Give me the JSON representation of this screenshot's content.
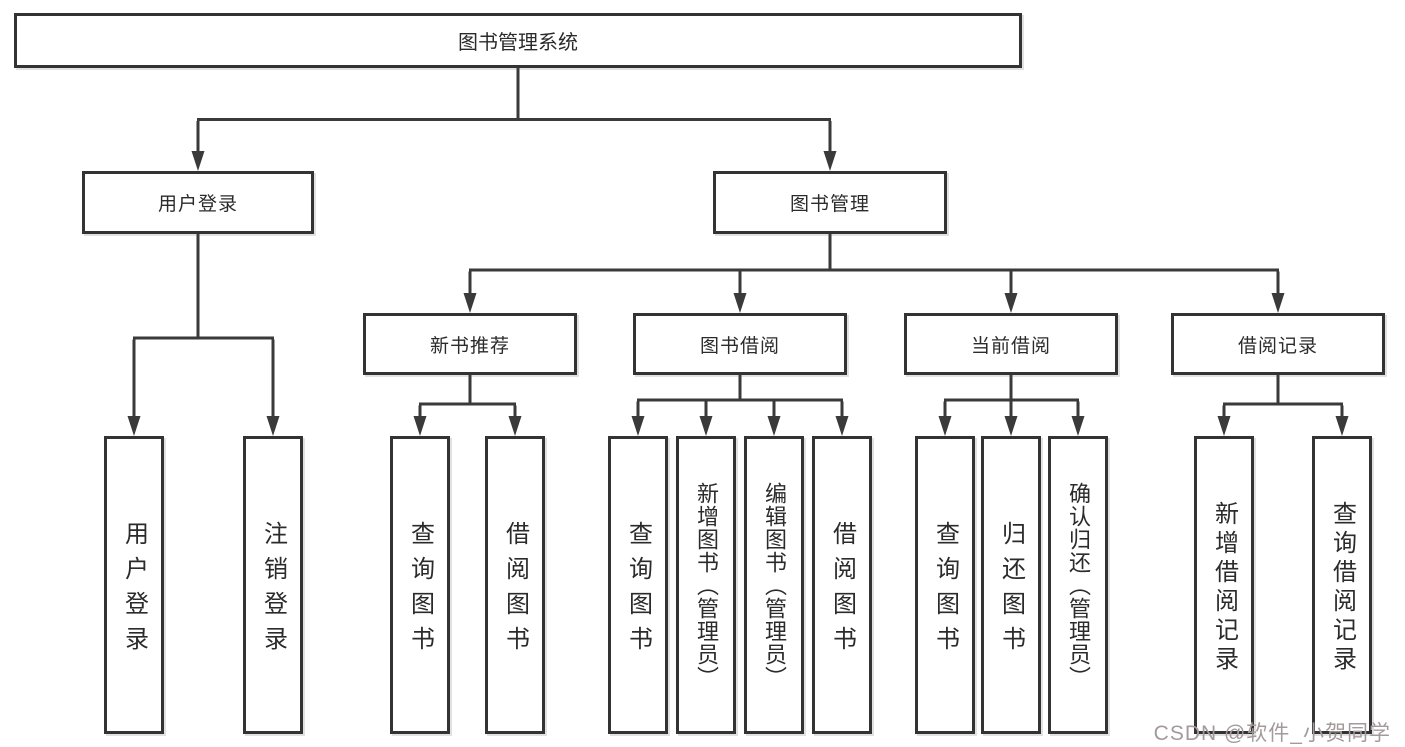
{
  "tree": {
    "label": "图书管理系统",
    "children": [
      {
        "label": "用户登录",
        "children": [
          {
            "label": "用户登录"
          },
          {
            "label": "注销登录"
          }
        ]
      },
      {
        "label": "图书管理",
        "children": [
          {
            "label": "新书推荐",
            "children": [
              {
                "label": "查询图书"
              },
              {
                "label": "借阅图书"
              }
            ]
          },
          {
            "label": "图书借阅",
            "children": [
              {
                "label": "查询图书"
              },
              {
                "label": "新增图书（管理员）"
              },
              {
                "label": "编辑图书（管理员）"
              },
              {
                "label": "借阅图书"
              }
            ]
          },
          {
            "label": "当前借阅",
            "children": [
              {
                "label": "查询图书"
              },
              {
                "label": "归还图书"
              },
              {
                "label": "确认归还（管理员）"
              }
            ]
          },
          {
            "label": "借阅记录",
            "children": [
              {
                "label": "新增借阅记录"
              },
              {
                "label": "查询借阅记录"
              }
            ]
          }
        ]
      }
    ]
  },
  "watermark": {
    "text": "CSDN @软件_小贺同学",
    "color": "#a49a9c"
  },
  "colors": {
    "line": "#3a3a3a",
    "box_border": "#333333",
    "text": "#2b2b2b",
    "background": "#ffffff"
  }
}
